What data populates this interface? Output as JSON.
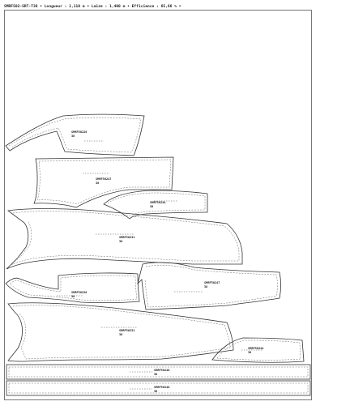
{
  "header": {
    "text": "SMRF502-SRT-T38 • Longueur : 1,110 m • Laize : 1,400 m • Efficience : 65,66 % •"
  },
  "pieces": [
    {
      "id": "p1",
      "ref": "SMRF50228",
      "size": "38"
    },
    {
      "id": "p2",
      "ref": "SMRF50247",
      "size": "38"
    },
    {
      "id": "p3",
      "ref": "SMRF50244",
      "size": "38"
    },
    {
      "id": "p4",
      "ref": "SMRF50231",
      "size": "38"
    },
    {
      "id": "p5",
      "ref": "SMRF50247",
      "size": "38"
    },
    {
      "id": "p6",
      "ref": "SMRF50228",
      "size": "38"
    },
    {
      "id": "p7",
      "ref": "SMRF50231",
      "size": "38"
    },
    {
      "id": "p8",
      "ref": "SMRF50244",
      "size": "38"
    },
    {
      "id": "p9",
      "ref": "SMRF50246",
      "size": "38"
    },
    {
      "id": "p10",
      "ref": "SMRF50246",
      "size": "38"
    }
  ]
}
